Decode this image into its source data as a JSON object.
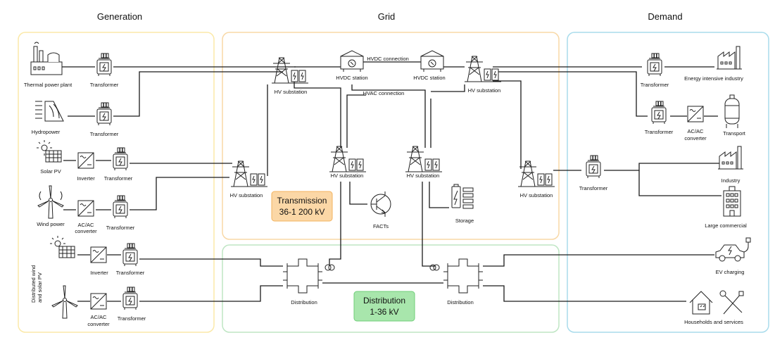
{
  "sections": {
    "generation": "Generation",
    "grid": "Grid",
    "demand": "Demand"
  },
  "labels": {
    "thermal": "Thermal power plant",
    "hydro": "Hydropower",
    "solar": "Solar PV",
    "wind": "Wind power",
    "inverter": "Inverter",
    "transformer": "Transformer",
    "acac1": "AC/AC",
    "acac2": "converter",
    "distributed1": "Distributed wind",
    "distributed2": "and solar PV",
    "hv_substation": "HV substation",
    "hvdc_station": "HVDC station",
    "hvdc_connection": "HVDC connection",
    "hvac_connection": "HVAC connection",
    "facts": "FACTs",
    "storage": "Storage",
    "distribution": "Distribution",
    "energy_intensive": "Energy intensive industry",
    "transport": "Transport",
    "industry": "Industry",
    "large_commercial": "Large commercial",
    "ev_charging": "EV charging",
    "households": "Households and services"
  },
  "boxes": {
    "transmission": {
      "line1": "Transmission",
      "line2": "36-1 200 kV"
    },
    "distribution": {
      "line1": "Distribution",
      "line2": "1-36 kV"
    }
  },
  "colors": {
    "generation": "#fbe9a8",
    "grid": "#f8d8a6",
    "demand": "#a9dcec",
    "distribution_panel": "#bfe6c4",
    "transmission_fill": "#fbd7a6",
    "transmission_stroke": "#f3b35e",
    "distribution_fill": "#a8e6ac",
    "distribution_stroke": "#6fce78"
  },
  "icons": [
    "factory-icon",
    "dam-icon",
    "solar-panel-icon",
    "wind-turbine-icon",
    "transformer-icon",
    "inverter-icon",
    "pylon-icon",
    "hvdc-station-icon",
    "transistor-icon",
    "battery-icon",
    "distribution-node-icon",
    "gas-tank-icon",
    "office-building-icon",
    "ev-icon",
    "house-icon",
    "tools-icon"
  ]
}
